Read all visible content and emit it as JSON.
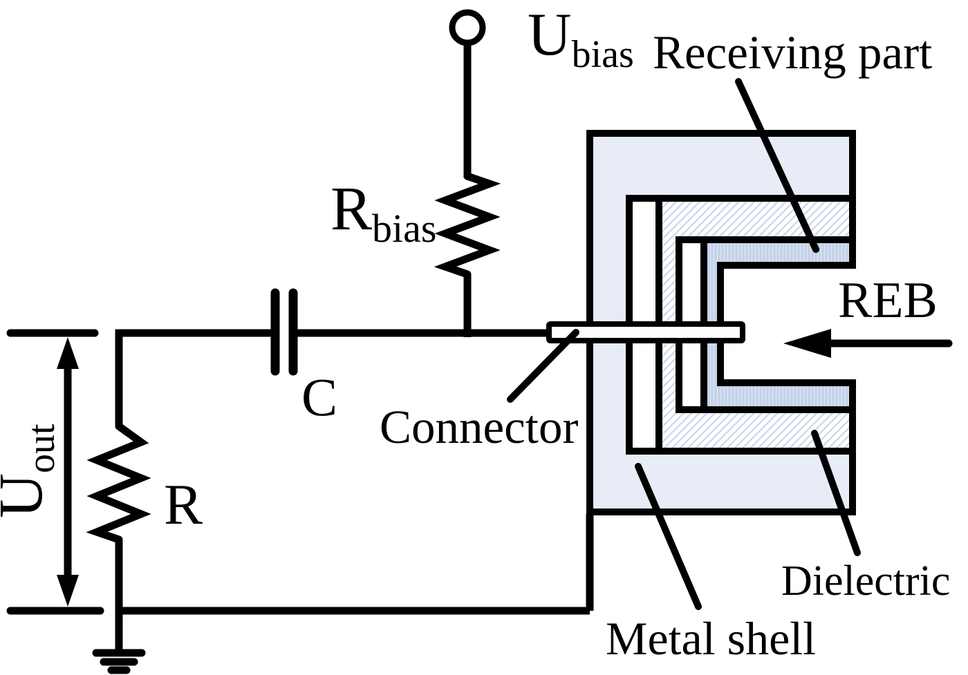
{
  "colors": {
    "line": "#000000",
    "metal_shell_fill": "#e8ecf6",
    "dielectric_stripe": "#c9d6ea",
    "receiving_fill": "#c3d2e8",
    "receiving_stripe": "#dde6f3",
    "background": "#ffffff"
  },
  "circuit": {
    "bias_source": {
      "label_main": "U",
      "label_sub": "bias"
    },
    "bias_resistor": {
      "label_main": "R",
      "label_sub": "bias"
    },
    "coupling_capacitor": {
      "label": "C"
    },
    "load_resistor": {
      "label": "R"
    },
    "output_voltage": {
      "label_main": "U",
      "label_sub": "out"
    }
  },
  "cup": {
    "receiving_part_label": "Receiving part",
    "connector_label": "Connector",
    "beam_label": "REB",
    "dielectric_label": "Dielectric",
    "metal_shell_label": "Metal shell"
  }
}
